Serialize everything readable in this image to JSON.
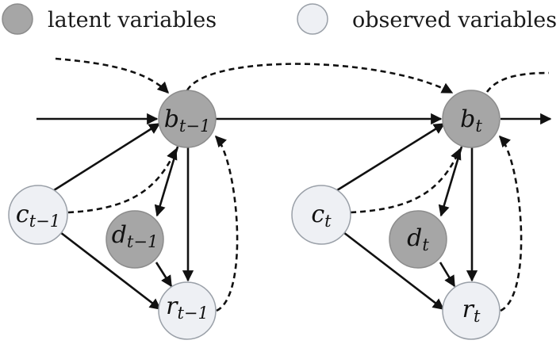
{
  "legend": {
    "latent_label": "latent variables",
    "observed_label": "observed variables",
    "latent_color": "#a6a6a6",
    "observed_color": "#eef0f4"
  },
  "nodes": {
    "b_prev": {
      "base": "b",
      "sub": "t−1",
      "kind": "latent"
    },
    "c_prev": {
      "base": "c",
      "sub": "t−1",
      "kind": "observed"
    },
    "d_prev": {
      "base": "d",
      "sub": "t−1",
      "kind": "latent"
    },
    "r_prev": {
      "base": "r",
      "sub": "t−1",
      "kind": "observed"
    },
    "b_t": {
      "base": "b",
      "sub": "t",
      "kind": "latent"
    },
    "c_t": {
      "base": "c",
      "sub": "t",
      "kind": "observed"
    },
    "d_t": {
      "base": "d",
      "sub": "t",
      "kind": "latent"
    },
    "r_t": {
      "base": "r",
      "sub": "t",
      "kind": "observed"
    }
  }
}
